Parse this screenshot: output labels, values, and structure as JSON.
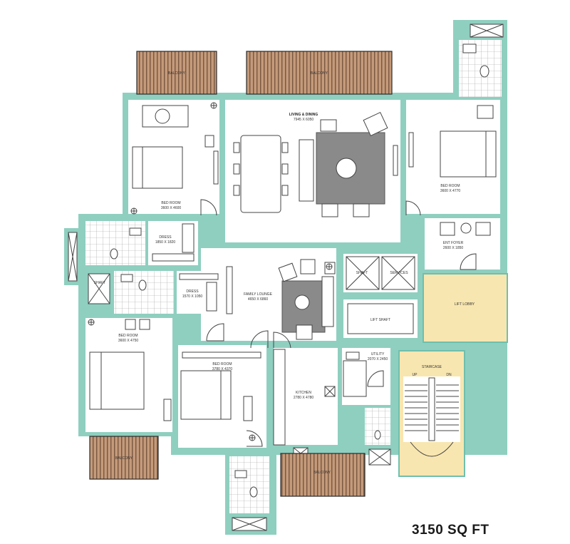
{
  "plan": {
    "area_label": "3150 SQ FT",
    "colors": {
      "wall": "#8fcfc0",
      "lobby": "#f8e6b0",
      "rug": "#8a8a8a",
      "balcony": "#c49a7a"
    },
    "rooms": {
      "balcony_top_left": "BALCONY",
      "balcony_top_right": "BALCONY",
      "living_dining": "LIVING & DINING",
      "living_dining_dim": "7945 X 6050",
      "bedroom_1": "BED ROOM",
      "bedroom_1_dim": "3600 X 4600",
      "bedroom_2": "BED ROOM",
      "bedroom_2_dim": "3600 X 4770",
      "dress_1": "DRESS",
      "dress_1_dim": "1850 X 1820",
      "dress_2": "DRESS",
      "dress_2_dim": "1570 X 1050",
      "ent_foyer": "ENT FOYER",
      "ent_foyer_dim": "2600 X 1850",
      "shaft_1": "SHAFT",
      "shaft_2": "SHAFT",
      "services": "SERVICES",
      "lift_lobby": "LIFT LOBBY",
      "lift_shaft": "LIFT SHAFT",
      "family_lounge": "FAMILY LOUNGE",
      "family_lounge_dim": "4650 X 6860",
      "bedroom_3": "BED ROOM",
      "bedroom_3_dim": "3600 X 4750",
      "bedroom_4": "BED ROOM",
      "bedroom_4_dim": "3780 X 4370",
      "kitchen": "KITCHEN",
      "kitchen_dim": "2780 X 4780",
      "utility": "UTILITY",
      "utility_dim": "2070 X 2450",
      "staircase": "STAIRCASE",
      "stair_up": "UP",
      "stair_dn": "DN",
      "balcony_bottom_left": "BALCONY",
      "balcony_bottom_mid": "BALCONY"
    }
  }
}
